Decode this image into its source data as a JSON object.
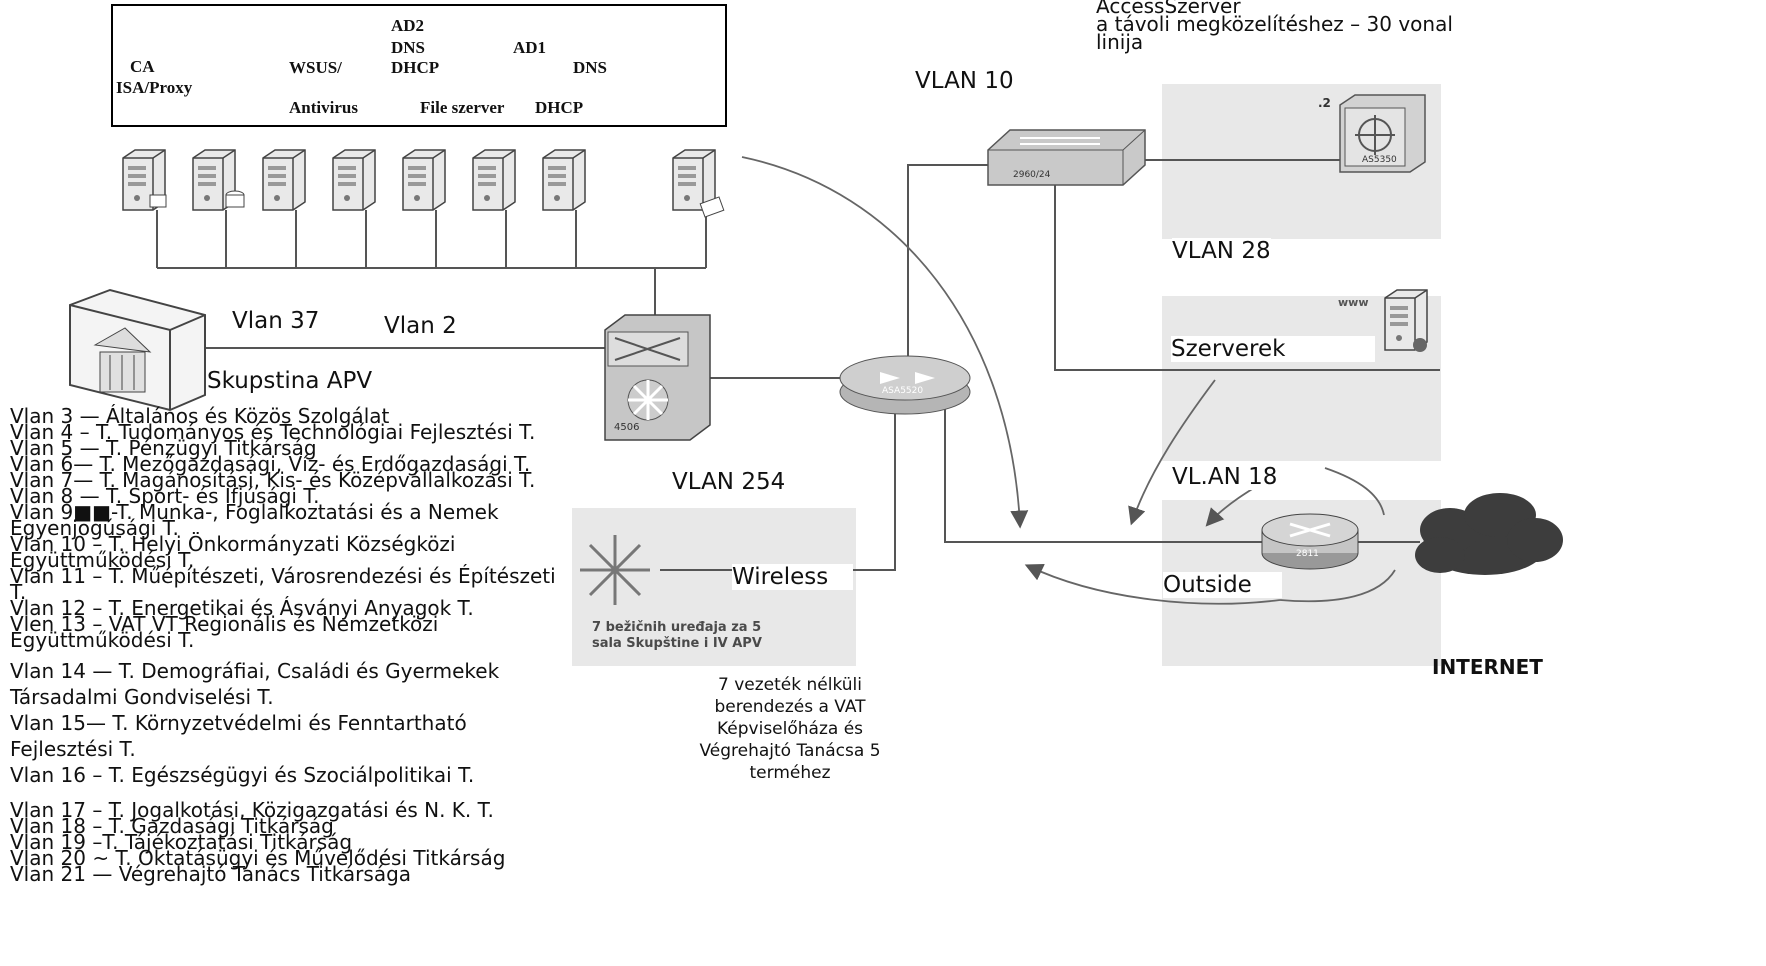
{
  "server_box": {
    "ca": "CA",
    "isa_proxy": "ISA/Proxy",
    "wsus": "WSUS/",
    "antivirus": "Antivirus",
    "ad2": "AD2",
    "dns_left": "DNS",
    "dhcp_left": "DHCP",
    "file_server": "File szerver",
    "ad1": "AD1",
    "dns_right": "DNS",
    "dhcp_right": "DHCP"
  },
  "access_server": {
    "line1": "AccessSzerver",
    "line2": "a távoli megközelítéshez – 30 vonal",
    "line3": "linija"
  },
  "labels": {
    "vlan10": "VLAN 10",
    "vlan28": "VLAN 28",
    "vlan37": "Vlan 37",
    "vlan2": "Vlan 2",
    "skupstina": "Skupstina APV",
    "szerverek": "Szerverek",
    "vlan254": "VLAN 254",
    "vlan18": "VL.AN 18",
    "wireless": "Wireless",
    "outside": "Outside",
    "internet": "INTERNET",
    "www": "www",
    "switch_4506": "4506",
    "switch_2960": "2960/24",
    "asa": "ASA5520",
    "router": "2811",
    "access_device": "AS5350",
    "access_dot2": ".2"
  },
  "wireless_panel_text": {
    "line1": "7 bežičnih uređaja za 5",
    "line2": "sala Skupštine i IV APV"
  },
  "wireless_caption": {
    "line1": "7 vezeték nélküli",
    "line2": "berendezés a VAT",
    "line3": "Képviselőháza és",
    "line4": "Végrehajtó Tanácsa 5",
    "line5": "terméhez"
  },
  "vlan_list": [
    "Vlan 3 — Általános és Közös Szolgálat",
    "Vlan 4 – T. Tudományos és Technológiai Fejlesztési T.",
    "Vlan 5 — T. Pénzügyi Titkárság",
    "Vlan 6— T. Mezőgazdasági, Víz- és Erdőgazdasági T.",
    "Vlan 7— T. Magánosítási, Kis- és Középvállalkozási T.",
    "Vlan 8 — T. Sport- és Ifjúsági T.",
    "Vlan 9■■-T. Munka-, Foglalkoztatási és a Nemek",
    "Egyenjogúsági T.",
    "Vlan 10 – T. Helyi Önkormányzati Községközi",
    "Együttműködési T.",
    "Vlan 11 – T. Műépítészeti, Városrendezési és Építészeti",
    "T.",
    "Vlan 12 – T. Energetikai és Ásványi Anyagok T.",
    "Vlen 13 – VAT VT Regionális és Nemzetközi",
    "Együttműködési  T.",
    "Vlan 14 — T. Demográfiai, Családi és Gyermekek",
    "Társadalmi Gondviselési T.",
    "Vlan 15— T. Környzetvédelmi és Fenntartható",
    "Fejlesztési T.",
    "Vlan 16 – T. Egészségügyi és Szociálpolitikai T.",
    "Vlan 17 – T. Jogalkotási, Közigazgatási és N. K. T.",
    "Vlan 18 – T. Gazdasági Titkárság",
    "Vlan 19 –T. Tájékoztatási Titkárság",
    "Vlan 20 ~ T. Oktatásügyi és Művelődési Titkárság",
    "Vlan 21 — Végrehajtó Tanács Titkársága"
  ],
  "colors": {
    "server_fill": "#e6e6e6",
    "device_fill": "#bfbfbf",
    "cloud_fill": "#3d3d3d",
    "line": "#555555",
    "panel": "#e8e8e8"
  }
}
